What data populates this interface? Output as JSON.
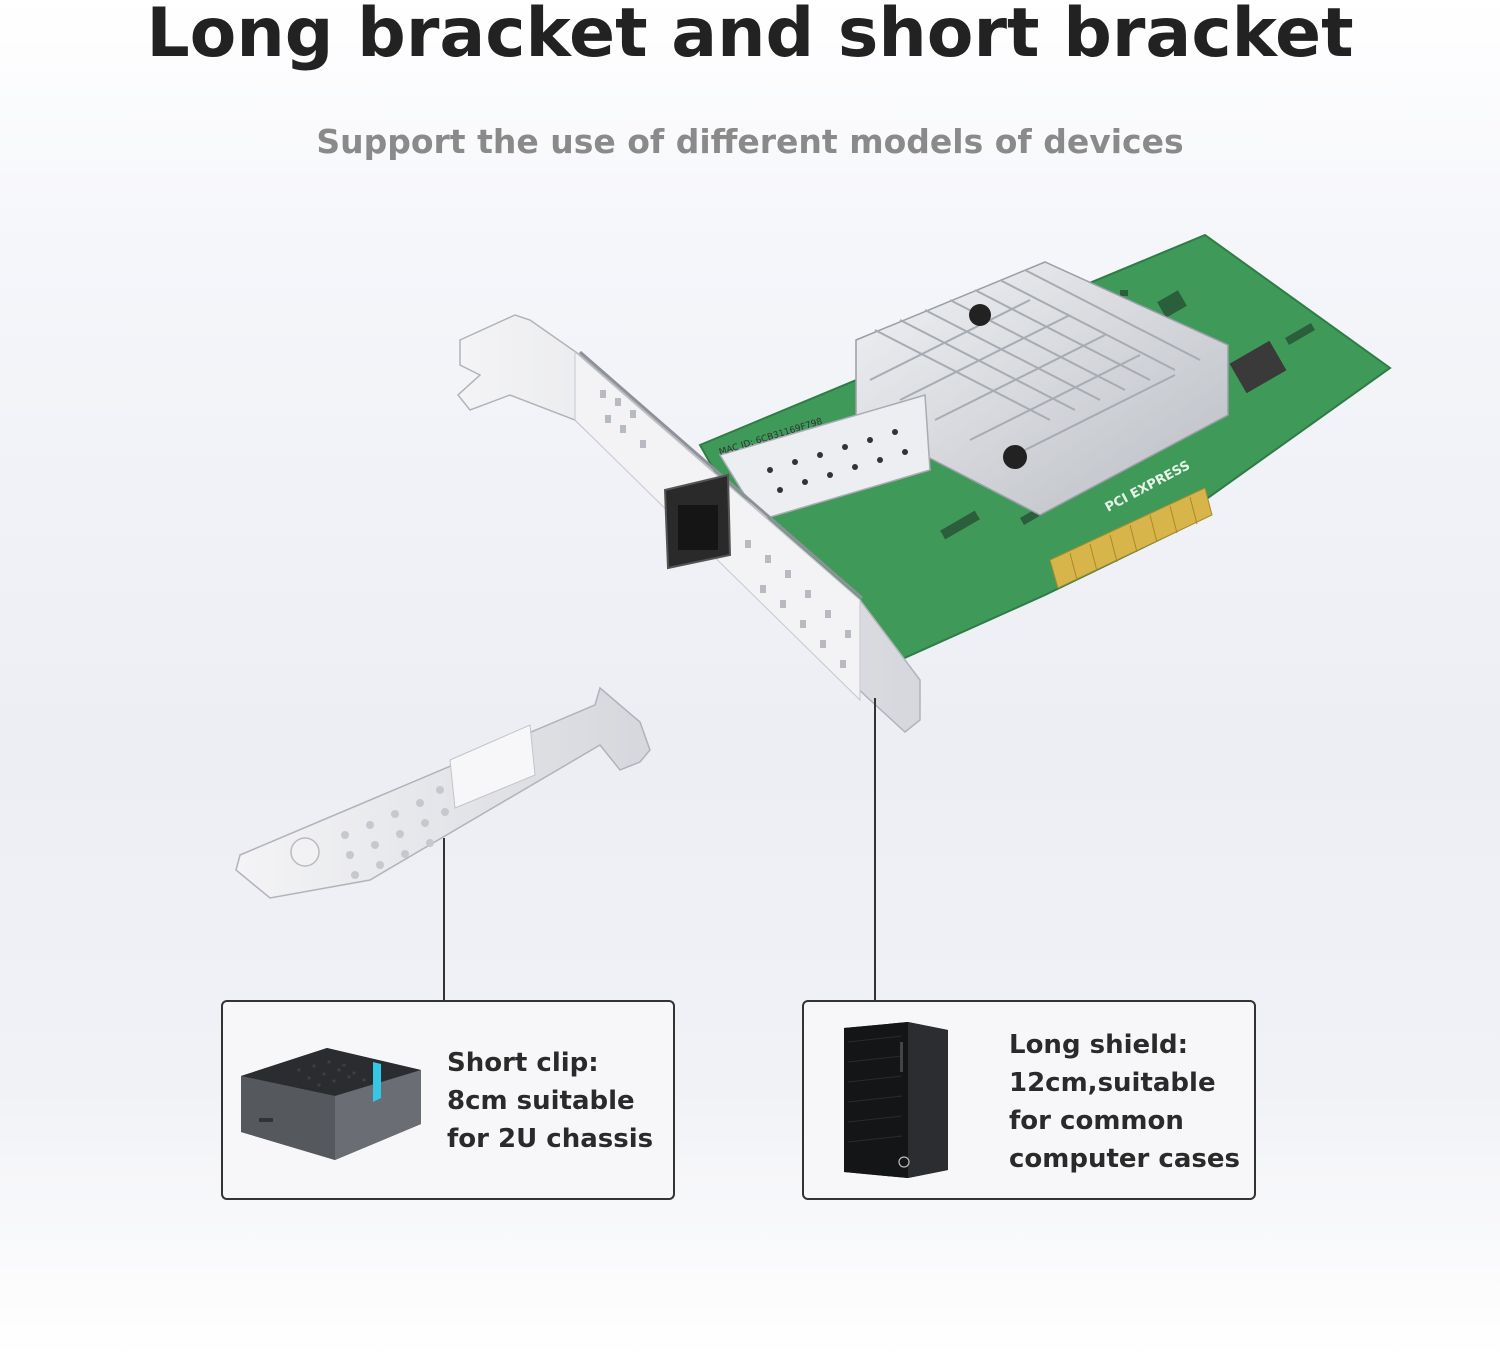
{
  "header": {
    "title": "Long bracket and short bracket",
    "subtitle": "Support the use of different models of devices"
  },
  "card": {
    "mac_label": "MAC ID: 6CB31169F798",
    "pci_logo_text": "PCI EXPRESS"
  },
  "short_bracket_box": {
    "line1": "Short clip:",
    "line2": "8cm suitable",
    "line3": "for 2U chassis"
  },
  "long_bracket_box": {
    "line1": "Long shield:",
    "line2": "12cm,suitable",
    "line3": "for common",
    "line4": "computer cases"
  },
  "colors": {
    "pcb_green": "#3f9a5a",
    "heatsink_silver": "#d9dbe0",
    "bracket_silver": "#e8e9ec",
    "gold_contacts": "#d8b54a",
    "title_text": "#222222",
    "subtitle_text": "#8a8a8a"
  }
}
